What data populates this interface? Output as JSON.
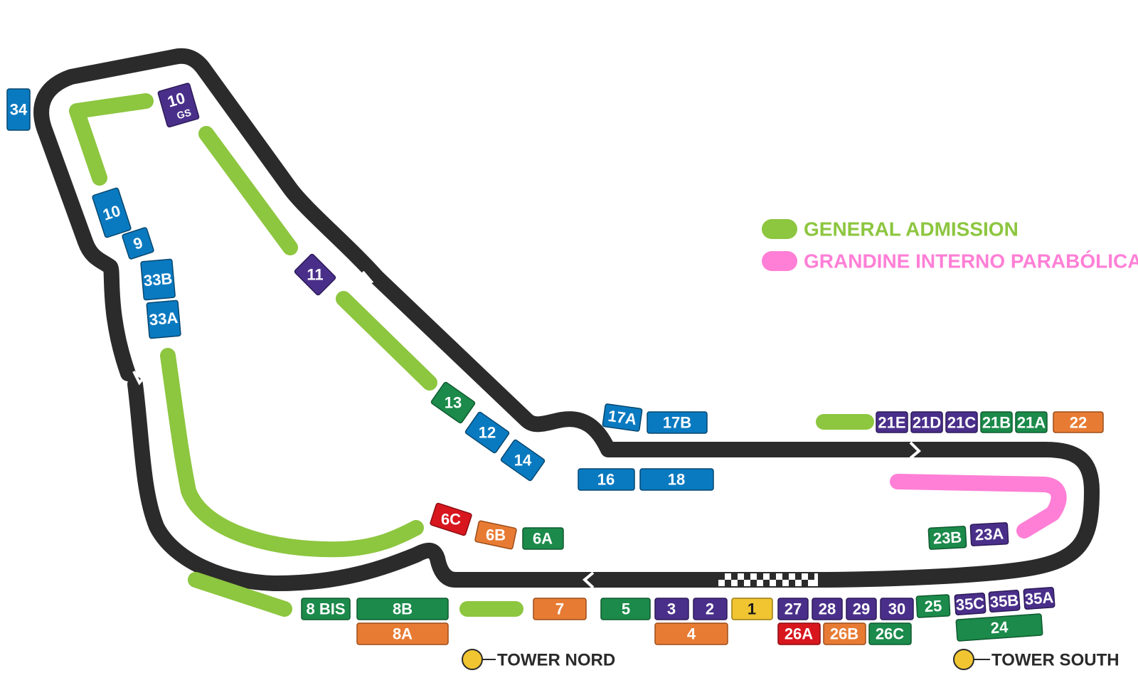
{
  "colors": {
    "track": "#2b2b2b",
    "general_admission": "#8dc63f",
    "grandine": "#ff7fd6",
    "blue": "#0a7ac0",
    "purple": "#4a2f8a",
    "green": "#1b8a4a",
    "orange": "#e87b33",
    "red": "#d8161e",
    "yellow": "#f0c531"
  },
  "legend": {
    "general_admission": "GENERAL ADMISSION",
    "grandine": "GRANDINE INTERNO PARABÓLICA"
  },
  "towers": {
    "nord": "TOWER NORD",
    "south": "TOWER SOUTH"
  },
  "stands": {
    "s34": "34",
    "s10gs": "10",
    "s10gs_sub": "GS",
    "s10": "10",
    "s9": "9",
    "s33b": "33B",
    "s33a": "33A",
    "s11": "11",
    "s13": "13",
    "s12": "12",
    "s14": "14",
    "s17a": "17A",
    "s17b": "17B",
    "s16": "16",
    "s18": "18",
    "s6c": "6C",
    "s6b": "6B",
    "s6a": "6A",
    "s21e": "21E",
    "s21d": "21D",
    "s21c": "21C",
    "s21b": "21B",
    "s21a": "21A",
    "s22": "22",
    "s23b": "23B",
    "s23a": "23A",
    "s8bis": "8 BIS",
    "s8b": "8B",
    "s8a": "8A",
    "s7": "7",
    "s5": "5",
    "s3": "3",
    "s2": "2",
    "s1": "1",
    "s4": "4",
    "s27": "27",
    "s28": "28",
    "s29": "29",
    "s30": "30",
    "s26a": "26A",
    "s26b": "26B",
    "s26c": "26C",
    "s25": "25",
    "s35c": "35C",
    "s35b": "35B",
    "s35a": "35A",
    "s24": "24"
  }
}
